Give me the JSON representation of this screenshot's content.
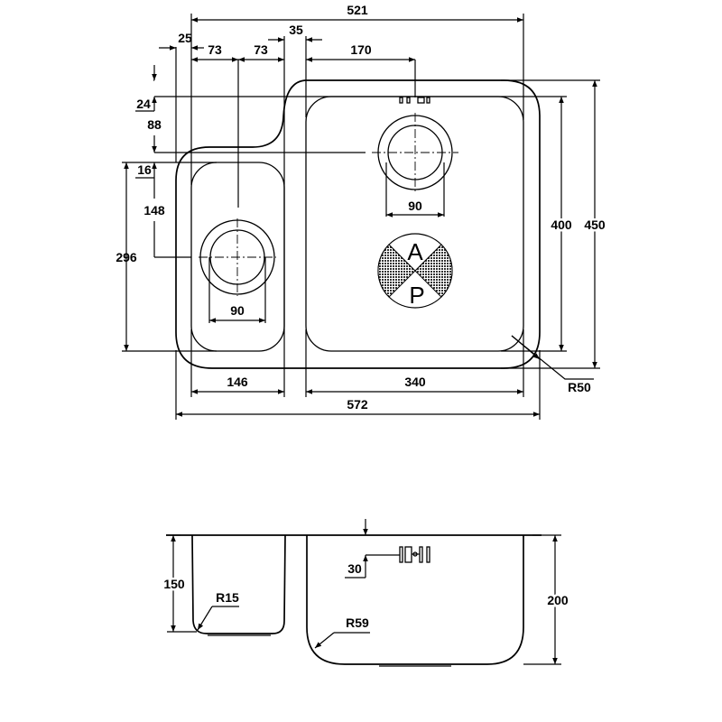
{
  "plan_view": {
    "dimensions": {
      "overall_inner_width": "521",
      "left_offset": "25",
      "left_half_a": "73",
      "left_half_b": "73",
      "divider_width": "35",
      "right_drain_offset": "170",
      "top_margin": "24",
      "right_drain_from_top": "88",
      "left_bowl_offset": "16",
      "left_drain_from_top": "148",
      "left_bowl_length": "296",
      "right_drain_diameter": "90",
      "left_drain_diameter": "90",
      "right_bowl_length": "400",
      "overall_length": "450",
      "left_bowl_width": "146",
      "right_bowl_width": "340",
      "overall_width": "572",
      "corner_radius": "R50"
    },
    "logo": {
      "top": "A",
      "bottom": "P"
    }
  },
  "section_view": {
    "dimensions": {
      "left_depth": "150",
      "left_radius": "R15",
      "overflow_height": "30",
      "right_radius": "R59",
      "right_depth": "200"
    }
  }
}
